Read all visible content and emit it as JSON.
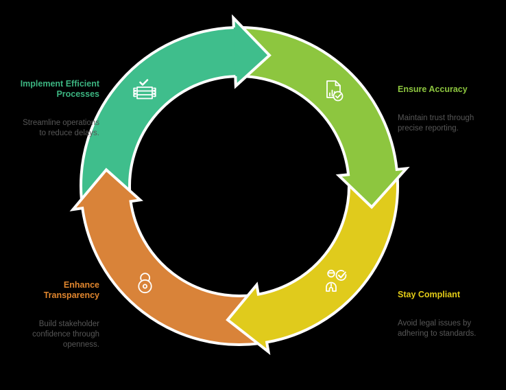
{
  "background_color": "#000000",
  "diagram": {
    "type": "cycle",
    "outline_color": "#FFFFFF",
    "description_color": "#575757",
    "steps": [
      {
        "title": "Implement Efficient\nProcesses",
        "description": "Streamline operations\nto reduce delays.",
        "color": "#3FBE8C",
        "title_color": "#3CB581",
        "icon": "table-check-icon"
      },
      {
        "title": "Ensure Accuracy",
        "description": "Maintain trust through\nprecise reporting.",
        "color": "#8DC63F",
        "title_color": "#8DC63F",
        "icon": "report-chart-check-icon"
      },
      {
        "title": "Stay Compliant",
        "description": "Avoid legal issues by\nadhering to standards.",
        "color": "#E0CB1C",
        "title_color": "#E3CC17",
        "icon": "person-check-icon"
      },
      {
        "title": "Enhance\nTransparency",
        "description": "Build stakeholder\nconfidence through\nopenness.",
        "color": "#D98339",
        "title_color": "#E0862E",
        "icon": "open-padlock-icon"
      }
    ]
  }
}
